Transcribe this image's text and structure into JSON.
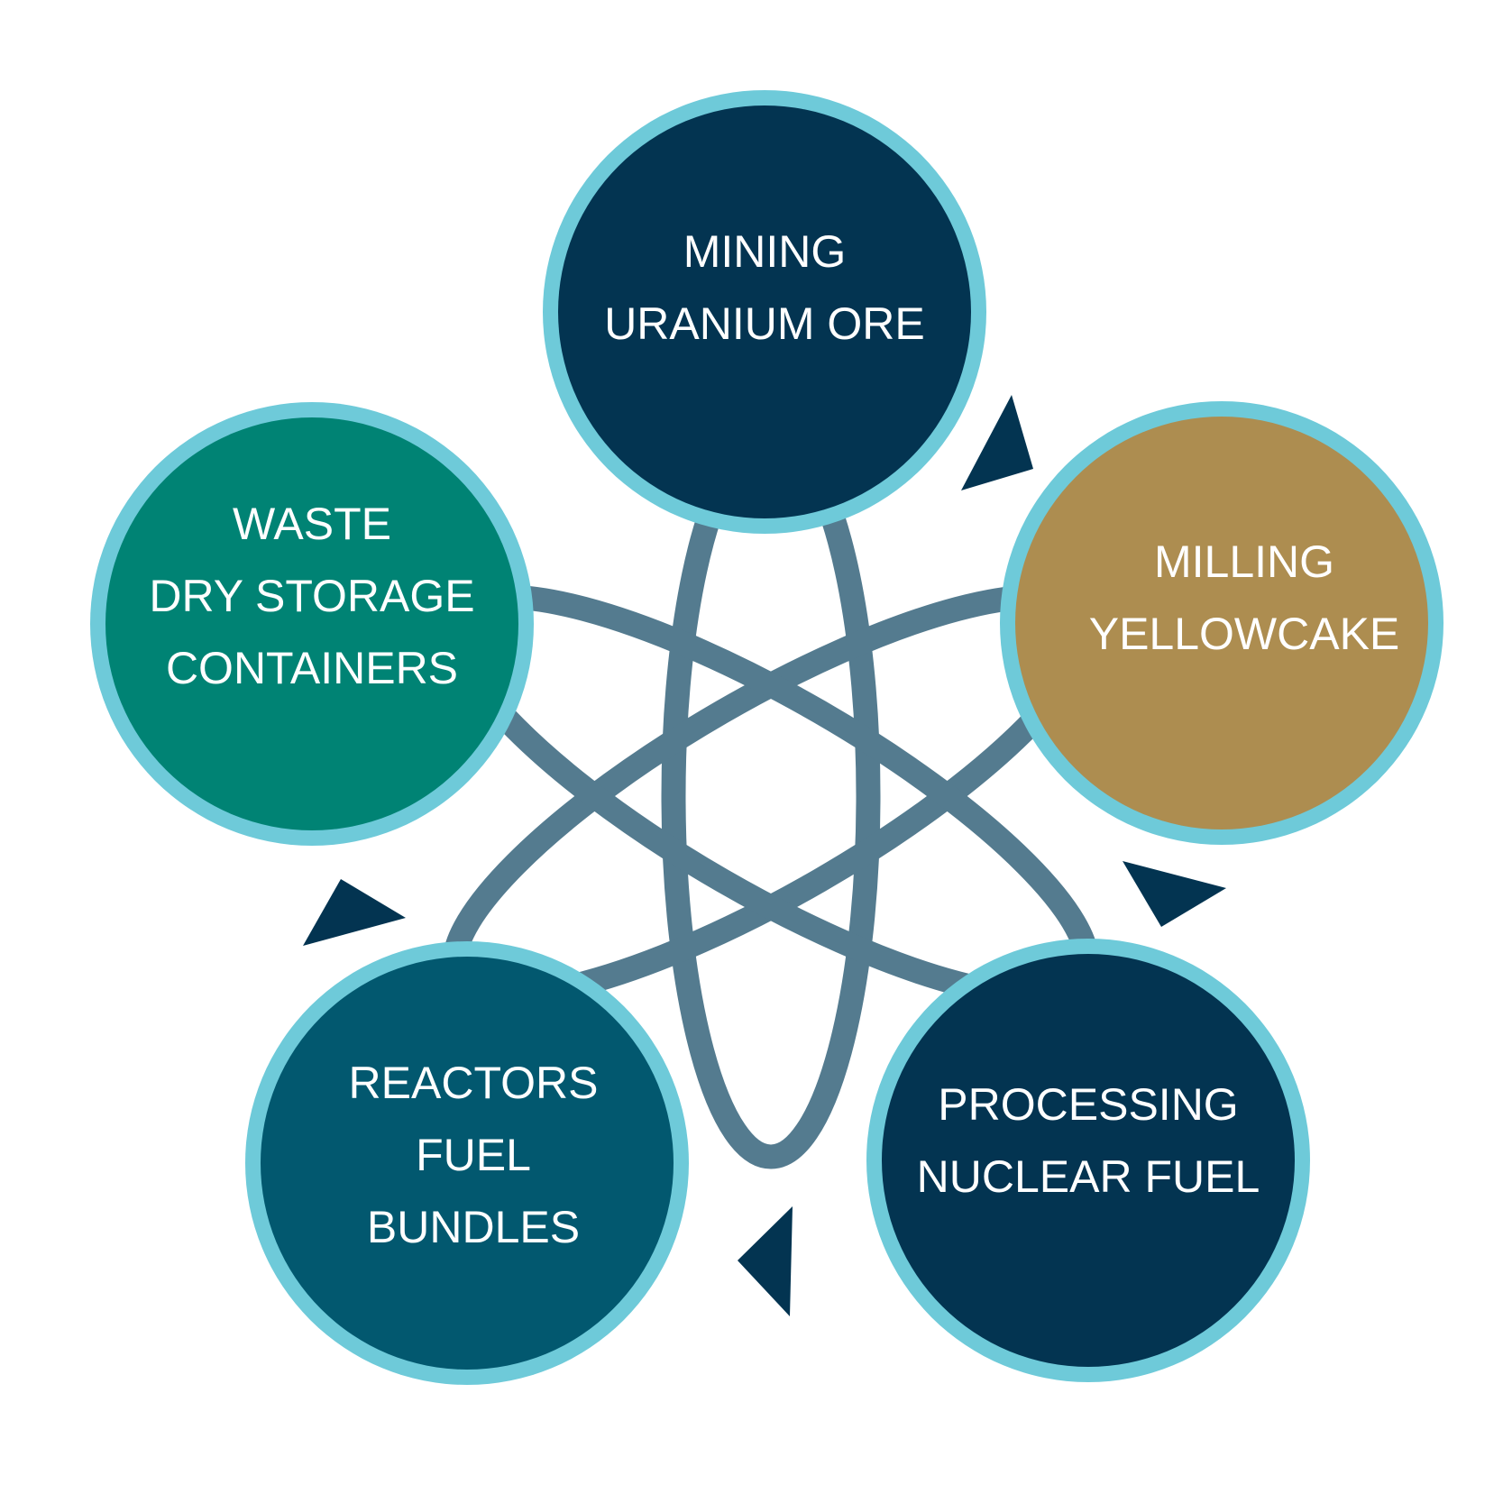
{
  "colors": {
    "ring": "#6ECAD9",
    "orbit": "#547B8F",
    "arrow": "#033451",
    "background": "#FFFFFF",
    "text": "#FFFFFF"
  },
  "stages": [
    {
      "id": "mining",
      "lines": [
        "MINING",
        "URANIUM ORE"
      ],
      "fill": "#033451"
    },
    {
      "id": "milling",
      "lines": [
        "MILLING",
        "YELLOWCAKE"
      ],
      "fill": "#AD8D50"
    },
    {
      "id": "processing",
      "lines": [
        "PROCESSING",
        "NUCLEAR FUEL"
      ],
      "fill": "#033451"
    },
    {
      "id": "reactors",
      "lines": [
        "REACTORS",
        "FUEL",
        "BUNDLES"
      ],
      "fill": "#02586F"
    },
    {
      "id": "waste",
      "lines": [
        "WASTE",
        "DRY STORAGE",
        "CONTAINERS"
      ],
      "fill": "#008374"
    }
  ],
  "cycle_direction": "clockwise",
  "center_icon": "atom-icon"
}
